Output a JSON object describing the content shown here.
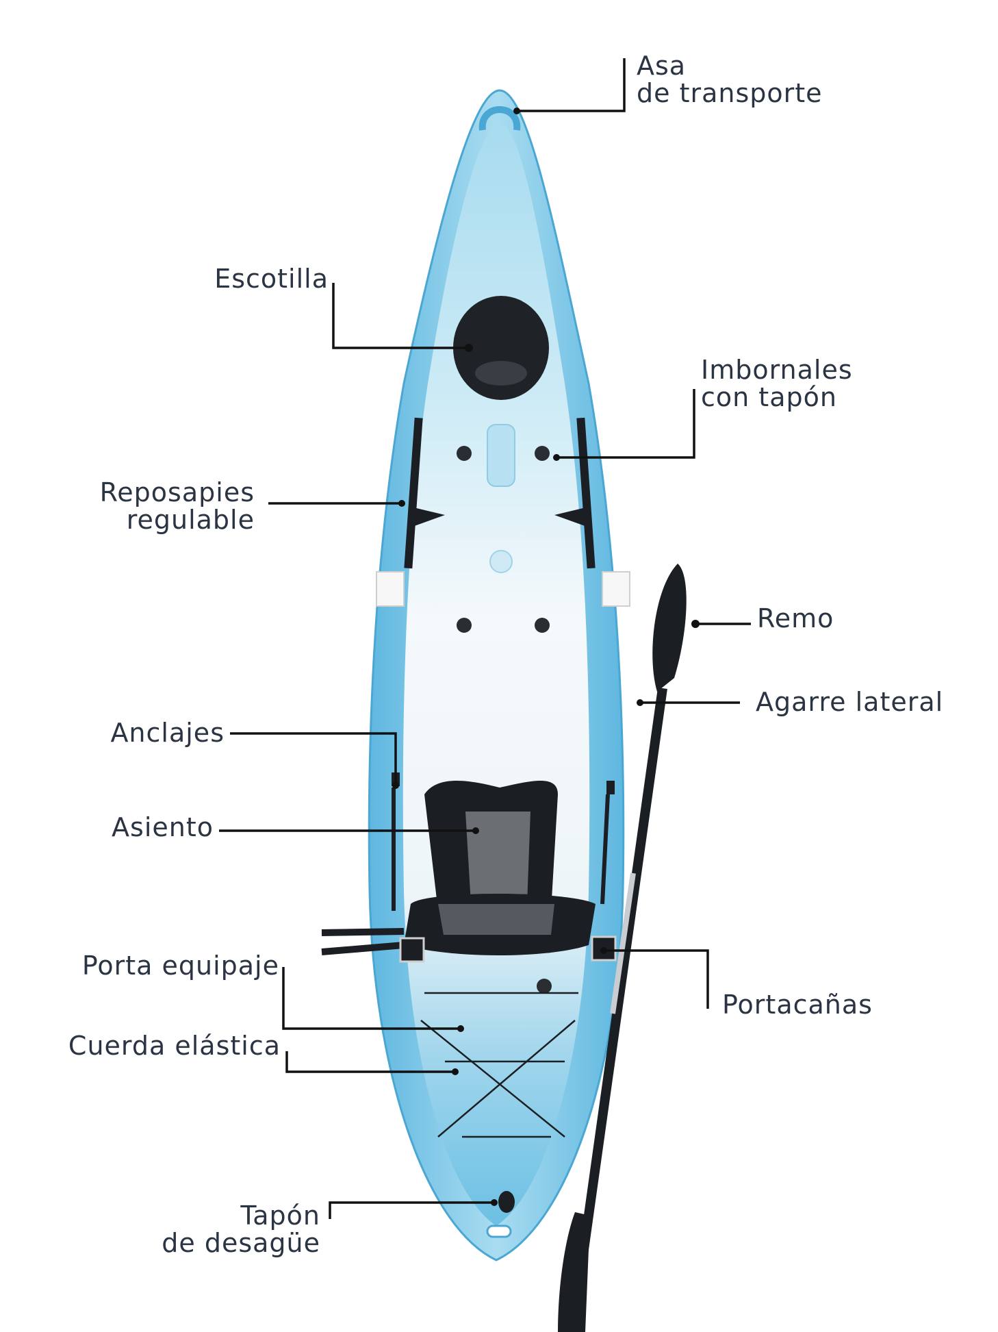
{
  "colors": {
    "hull_blue": "#7cc6e6",
    "hull_light": "#c9e8f4",
    "deck_white": "#f4f8fa",
    "accent_dark": "#1b1e22",
    "seat_grey": "#6b6f74",
    "leader": "#111111",
    "label_text": "#2b3442"
  },
  "labels": {
    "carry_handle": {
      "line1": "Asa",
      "line2": "de transporte"
    },
    "hatch": "Escotilla",
    "scuppers": {
      "line1": "Imbornales",
      "line2": "con tapón"
    },
    "footrest": {
      "line1": "Reposapies",
      "line2": "regulable"
    },
    "paddle": "Remo",
    "side_grip": "Agarre lateral",
    "anchors": "Anclajes",
    "seat": "Asiento",
    "luggage_holder": "Porta equipaje",
    "rod_holder": "Portacañas",
    "bungee_cord": "Cuerda elástica",
    "drain_plug": {
      "line1": "Tapón",
      "line2": "de desagüe"
    }
  }
}
